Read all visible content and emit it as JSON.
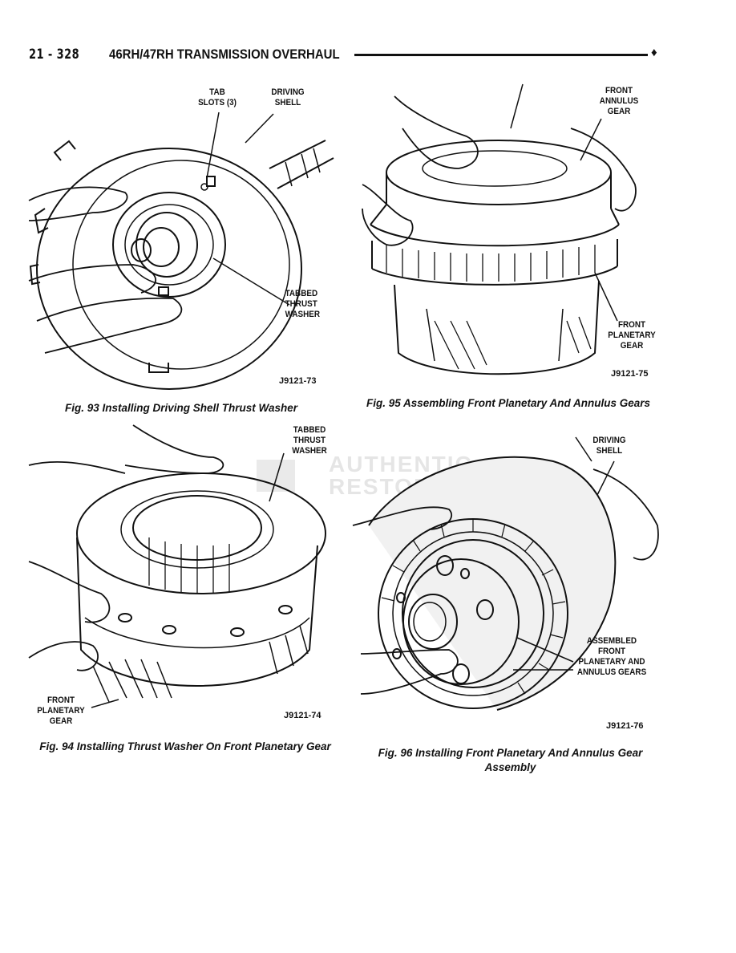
{
  "header": {
    "page_number": "21 - 328",
    "title": "46RH/47RH TRANSMISSION OVERHAUL"
  },
  "figures": [
    {
      "code": "J9121-73",
      "caption": "Fig. 93 Installing Driving Shell Thrust Washer",
      "callouts": [
        "TAB\nSLOTS (3)",
        "DRIVING\nSHELL",
        "TABBED\nTHRUST\nWASHER"
      ]
    },
    {
      "code": "J9121-74",
      "caption": "Fig. 94 Installing Thrust Washer On Front Planetary Gear",
      "callouts": [
        "TABBED\nTHRUST\nWASHER",
        "FRONT\nPLANETARY\nGEAR"
      ]
    },
    {
      "code": "J9121-75",
      "caption": "Fig. 95 Assembling Front Planetary And Annulus Gears",
      "callouts": [
        "FRONT\nANNULUS\nGEAR",
        "FRONT\nPLANETARY\nGEAR"
      ]
    },
    {
      "code": "J9121-76",
      "caption": "Fig. 96 Installing Front Planetary And Annulus Gear Assembly",
      "callouts": [
        "DRIVING\nSHELL",
        "ASSEMBLED\nFRONT\nPLANETARY AND\nANNULUS GEARS"
      ]
    }
  ],
  "watermark": {
    "text": "AUTHENTIC RESTORATION"
  }
}
